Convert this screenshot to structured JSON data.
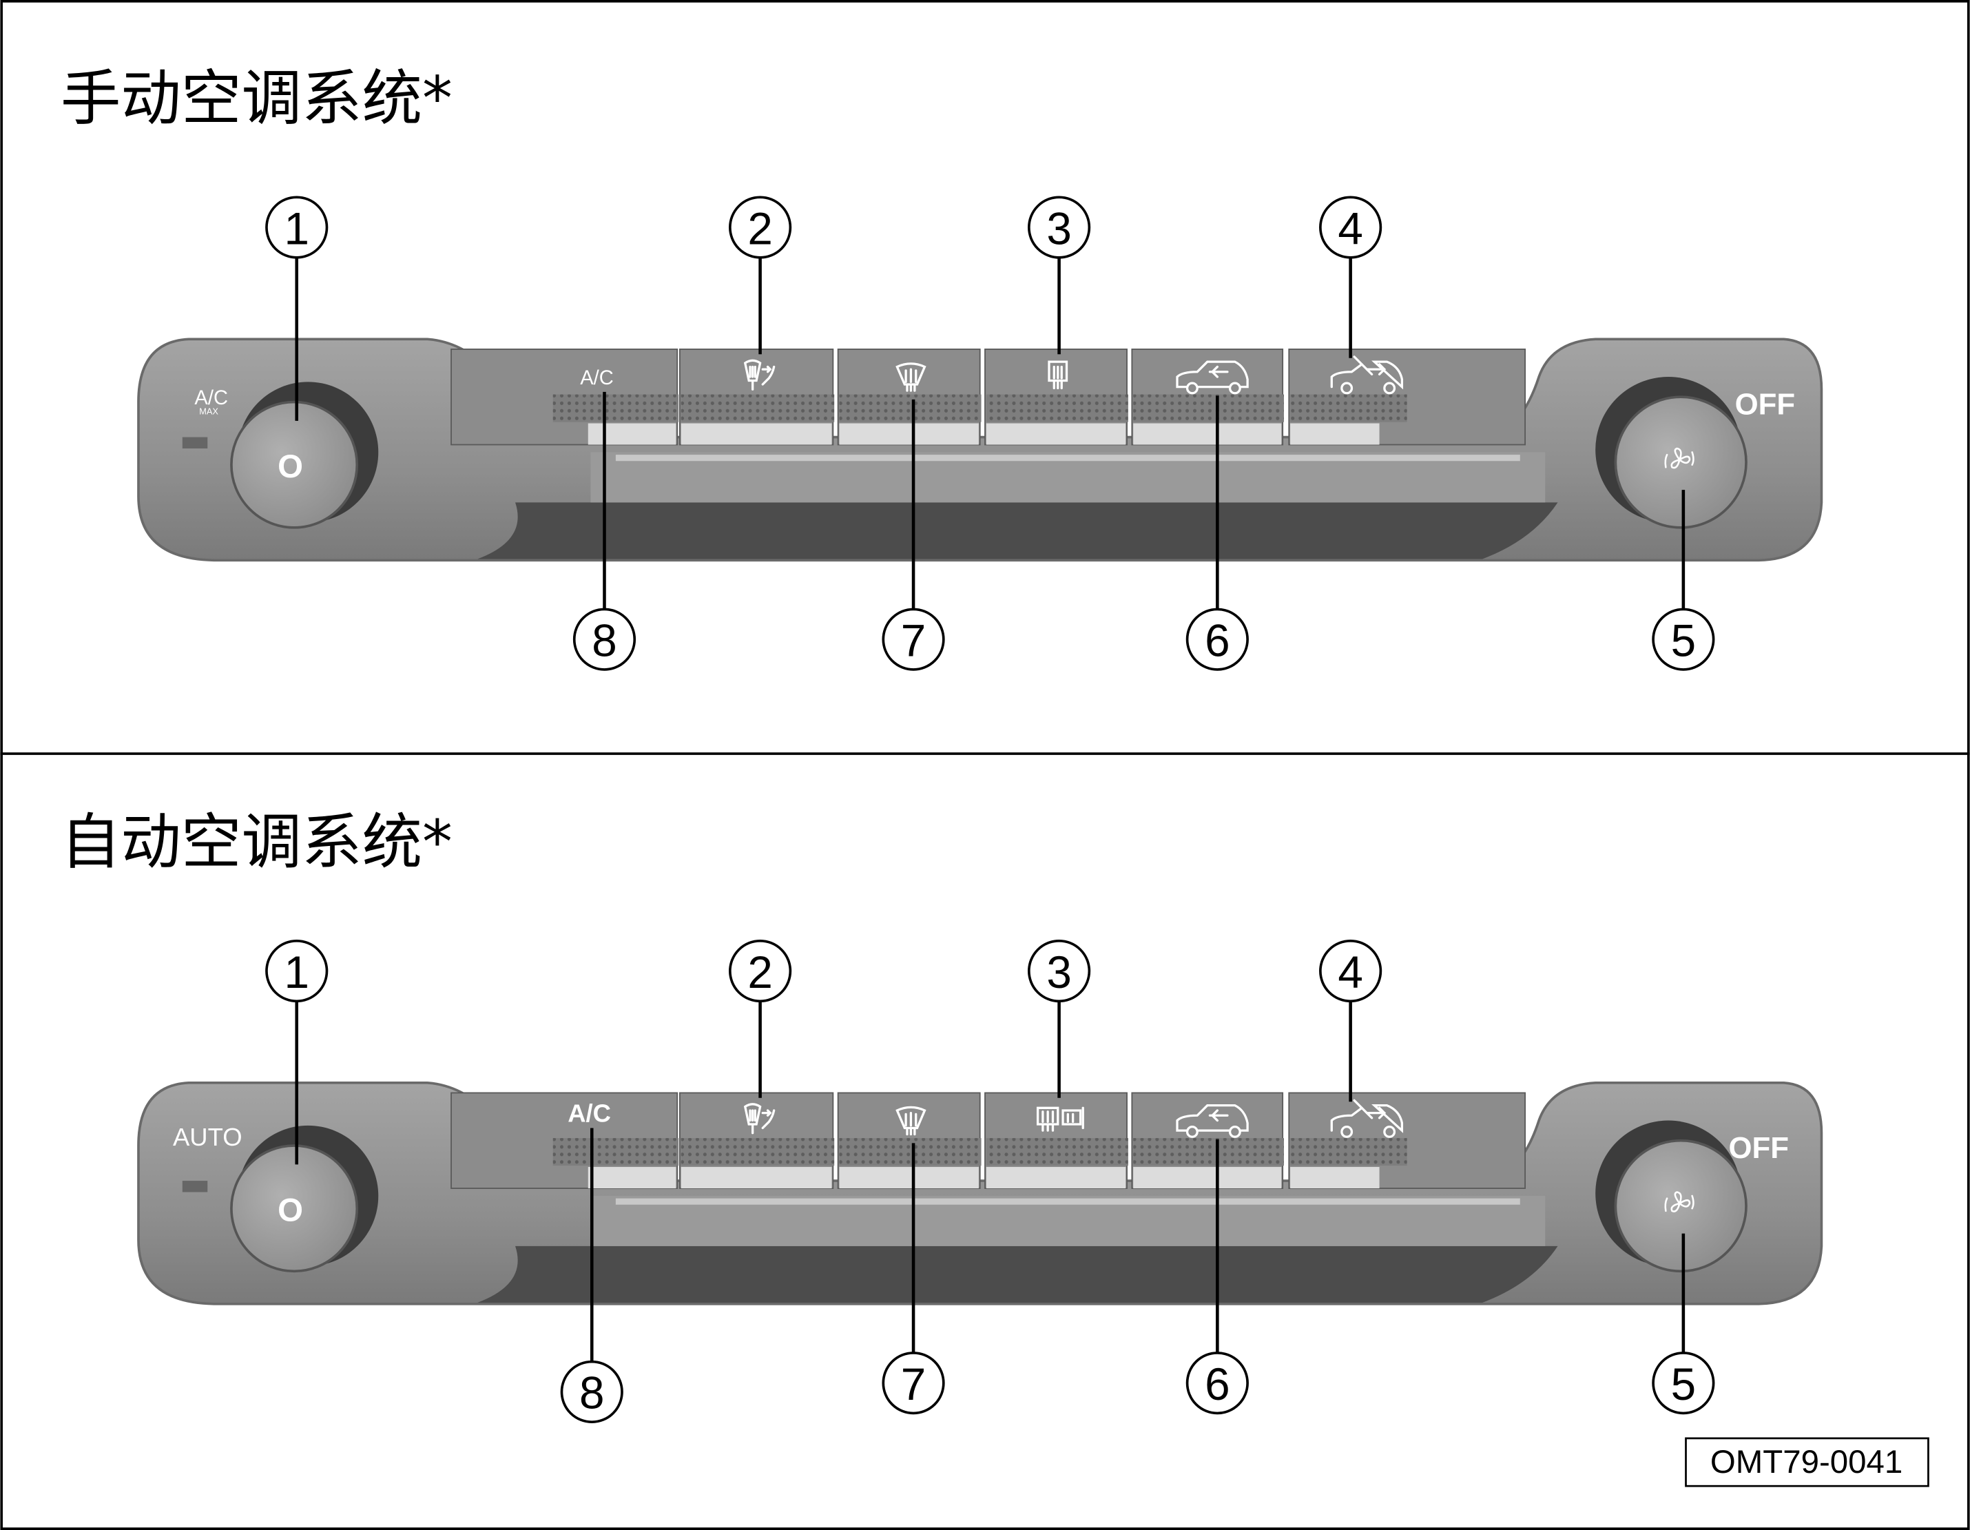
{
  "panels": [
    {
      "title": "手动空调系统*",
      "left_knob_label": "A/C",
      "left_knob_sublabel": "MAX",
      "knob_mark": "O",
      "off_label": "OFF",
      "ac_button_label": "A/C",
      "callouts": [
        "1",
        "2",
        "3",
        "4",
        "5",
        "6",
        "7",
        "8"
      ],
      "icons": [
        "windshield-defrost-and-floor-icon",
        "windshield-defrost-icon",
        "rear-window-defrost-icon",
        "recirculation-icon",
        "fresh-air-icon",
        "fan-speed-icon"
      ]
    },
    {
      "title": "自动空调系统*",
      "left_knob_label": "AUTO",
      "knob_mark": "O",
      "off_label": "OFF",
      "ac_button_label": "A/C",
      "callouts": [
        "1",
        "2",
        "3",
        "4",
        "5",
        "6",
        "7",
        "8"
      ],
      "icons": [
        "windshield-defrost-and-floor-icon",
        "windshield-defrost-icon",
        "rear-and-mirror-defrost-icon",
        "recirculation-icon",
        "fresh-air-icon",
        "fan-speed-icon"
      ]
    }
  ],
  "figure_code": "OMT79-0041",
  "colors": {
    "panel": "#8c8c8c",
    "dark": "#505050",
    "knob_ring": "#3a3a3a",
    "knob": "#9c9c9c",
    "line": "#000000"
  }
}
